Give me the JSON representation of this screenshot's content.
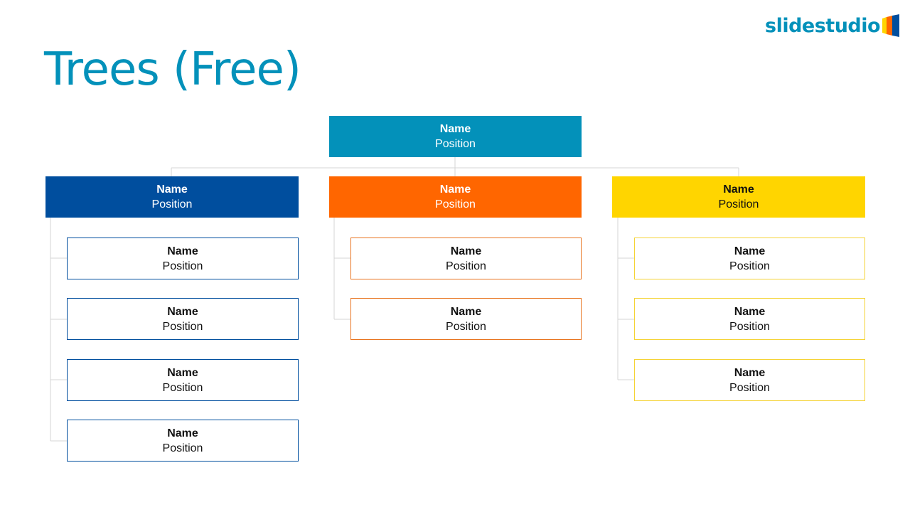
{
  "title": "Trees (Free)",
  "logo": {
    "text": "slidestudio",
    "icon": "bars-logo-icon"
  },
  "colors": {
    "title": "#0391BA",
    "top": "#0391BA",
    "blue": "#004E9E",
    "orange": "#FF6600",
    "yellow": "#FFD500",
    "connector": "#D4D4D4"
  },
  "root": {
    "name": "Name",
    "position": "Position"
  },
  "branches": [
    {
      "name": "Name",
      "position": "Position",
      "children": [
        {
          "name": "Name",
          "position": "Position"
        },
        {
          "name": "Name",
          "position": "Position"
        },
        {
          "name": "Name",
          "position": "Position"
        },
        {
          "name": "Name",
          "position": "Position"
        }
      ]
    },
    {
      "name": "Name",
      "position": "Position",
      "children": [
        {
          "name": "Name",
          "position": "Position"
        },
        {
          "name": "Name",
          "position": "Position"
        }
      ]
    },
    {
      "name": "Name",
      "position": "Position",
      "children": [
        {
          "name": "Name",
          "position": "Position"
        },
        {
          "name": "Name",
          "position": "Position"
        },
        {
          "name": "Name",
          "position": "Position"
        }
      ]
    }
  ]
}
